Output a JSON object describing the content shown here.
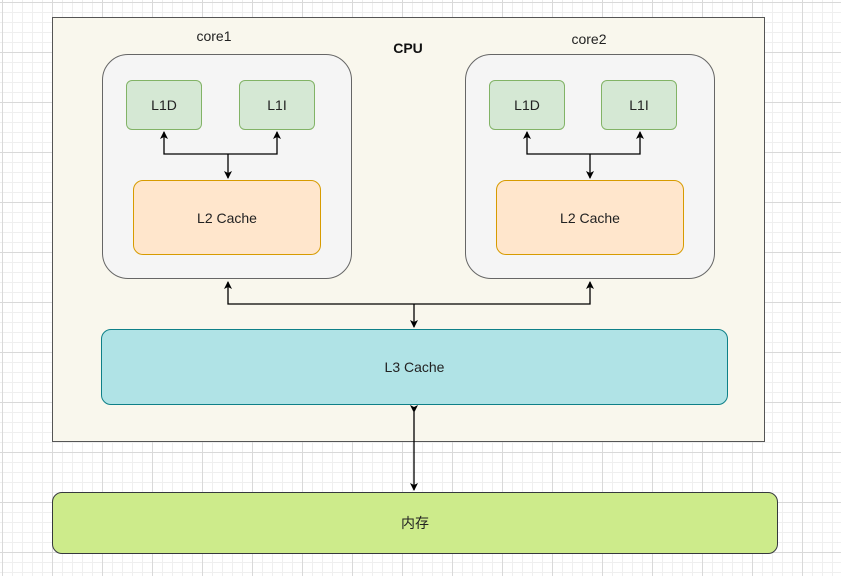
{
  "cpu": {
    "label": "CPU"
  },
  "cores": [
    {
      "label": "core1",
      "l1d": "L1D",
      "l1i": "L1I",
      "l2": "L2 Cache"
    },
    {
      "label": "core2",
      "l1d": "L1D",
      "l1i": "L1I",
      "l2": "L2 Cache"
    }
  ],
  "l3": {
    "label": "L3 Cache"
  },
  "memory": {
    "label": "内存"
  },
  "colors": {
    "cpu_fill": "#f9f7ed",
    "core_fill": "#f5f5f5",
    "l1_fill": "#d5e8d4",
    "l1_stroke": "#82b366",
    "l2_fill": "#ffe6cc",
    "l2_stroke": "#d79b00",
    "l3_fill": "#b0e3e6",
    "l3_stroke": "#0e8088",
    "memory_fill": "#cdeb8b"
  }
}
